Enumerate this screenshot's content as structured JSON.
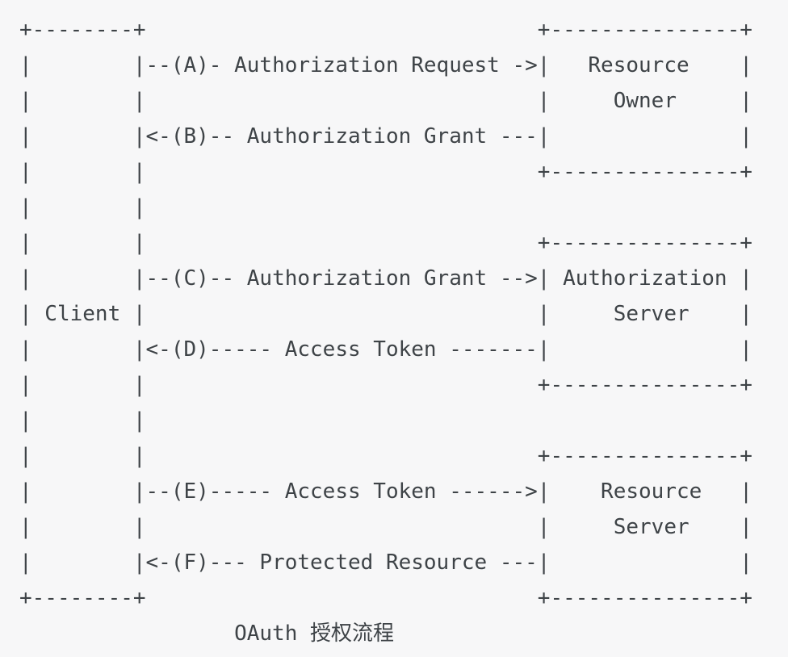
{
  "diagram": {
    "lines": [
      "+--------+                               +---------------+",
      "|        |--(A)- Authorization Request ->|   Resource    |",
      "|        |                               |     Owner     |",
      "|        |<-(B)-- Authorization Grant ---|               |",
      "|        |                               +---------------+",
      "|        |",
      "|        |                               +---------------+",
      "|        |--(C)-- Authorization Grant -->| Authorization |",
      "| Client |                               |     Server    |",
      "|        |<-(D)----- Access Token -------|               |",
      "|        |                               +---------------+",
      "|        |",
      "|        |                               +---------------+",
      "|        |--(E)----- Access Token ------>|    Resource   |",
      "|        |                               |     Server    |",
      "|        |<-(F)--- Protected Resource ---|               |",
      "+--------+                               +---------------+"
    ],
    "caption": "OAuth 授权流程",
    "entities": [
      "Client",
      "Resource Owner",
      "Authorization Server",
      "Resource Server"
    ],
    "steps": [
      {
        "id": "A",
        "label": "Authorization Request",
        "from": "Client",
        "to": "Resource Owner"
      },
      {
        "id": "B",
        "label": "Authorization Grant",
        "from": "Resource Owner",
        "to": "Client"
      },
      {
        "id": "C",
        "label": "Authorization Grant",
        "from": "Client",
        "to": "Authorization Server"
      },
      {
        "id": "D",
        "label": "Access Token",
        "from": "Authorization Server",
        "to": "Client"
      },
      {
        "id": "E",
        "label": "Access Token",
        "from": "Client",
        "to": "Resource Server"
      },
      {
        "id": "F",
        "label": "Protected Resource",
        "from": "Resource Server",
        "to": "Client"
      }
    ],
    "colors": {
      "background": "#f7f7f8",
      "text": "#3e4347"
    }
  }
}
